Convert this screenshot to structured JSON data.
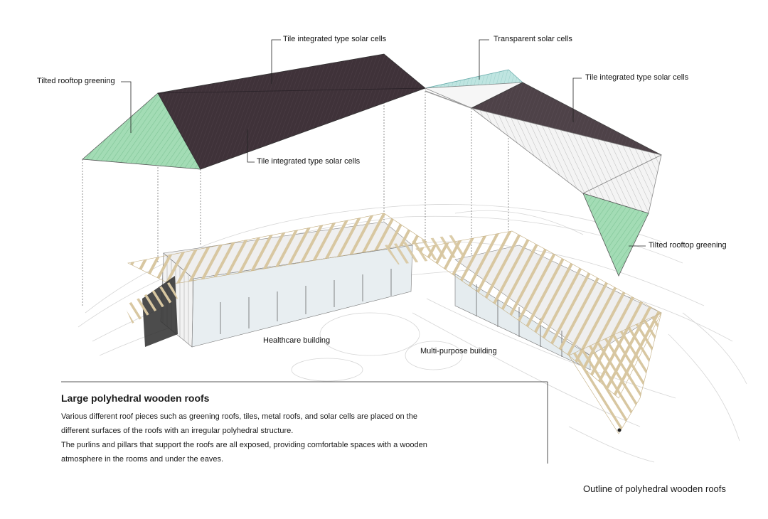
{
  "labels": {
    "tile_solar_top": "Tile integrated type solar cells",
    "greening_left": "Tilted rooftop greening",
    "tile_solar_mid": "Tile integrated type solar cells",
    "transparent_solar": "Transparent solar cells",
    "tile_solar_right": "Tile integrated type solar cells",
    "greening_right": "Tilted rooftop greening",
    "healthcare": "Healthcare building",
    "multipurpose": "Multi-purpose building"
  },
  "description": {
    "heading": "Large polyhedral wooden roofs",
    "line1": "Various different roof pieces such as greening roofs, tiles, metal roofs, and solar cells are placed on the",
    "line2": "different surfaces of the roofs with an irregular polyhedral structure.",
    "line3": "The purlins and pillars that support the roofs are all exposed, providing comfortable spaces with a wooden",
    "line4": "atmosphere in the rooms and under the eaves."
  },
  "caption": "Outline of polyhedral wooden roofs",
  "colors": {
    "greening": "#8fd3a6",
    "solar_tile": "#3e3138",
    "solar_tile_light": "#5a4a54",
    "transparent_solar": "#a8dcd8",
    "timber": "#d9c9a3",
    "line": "#555555"
  }
}
